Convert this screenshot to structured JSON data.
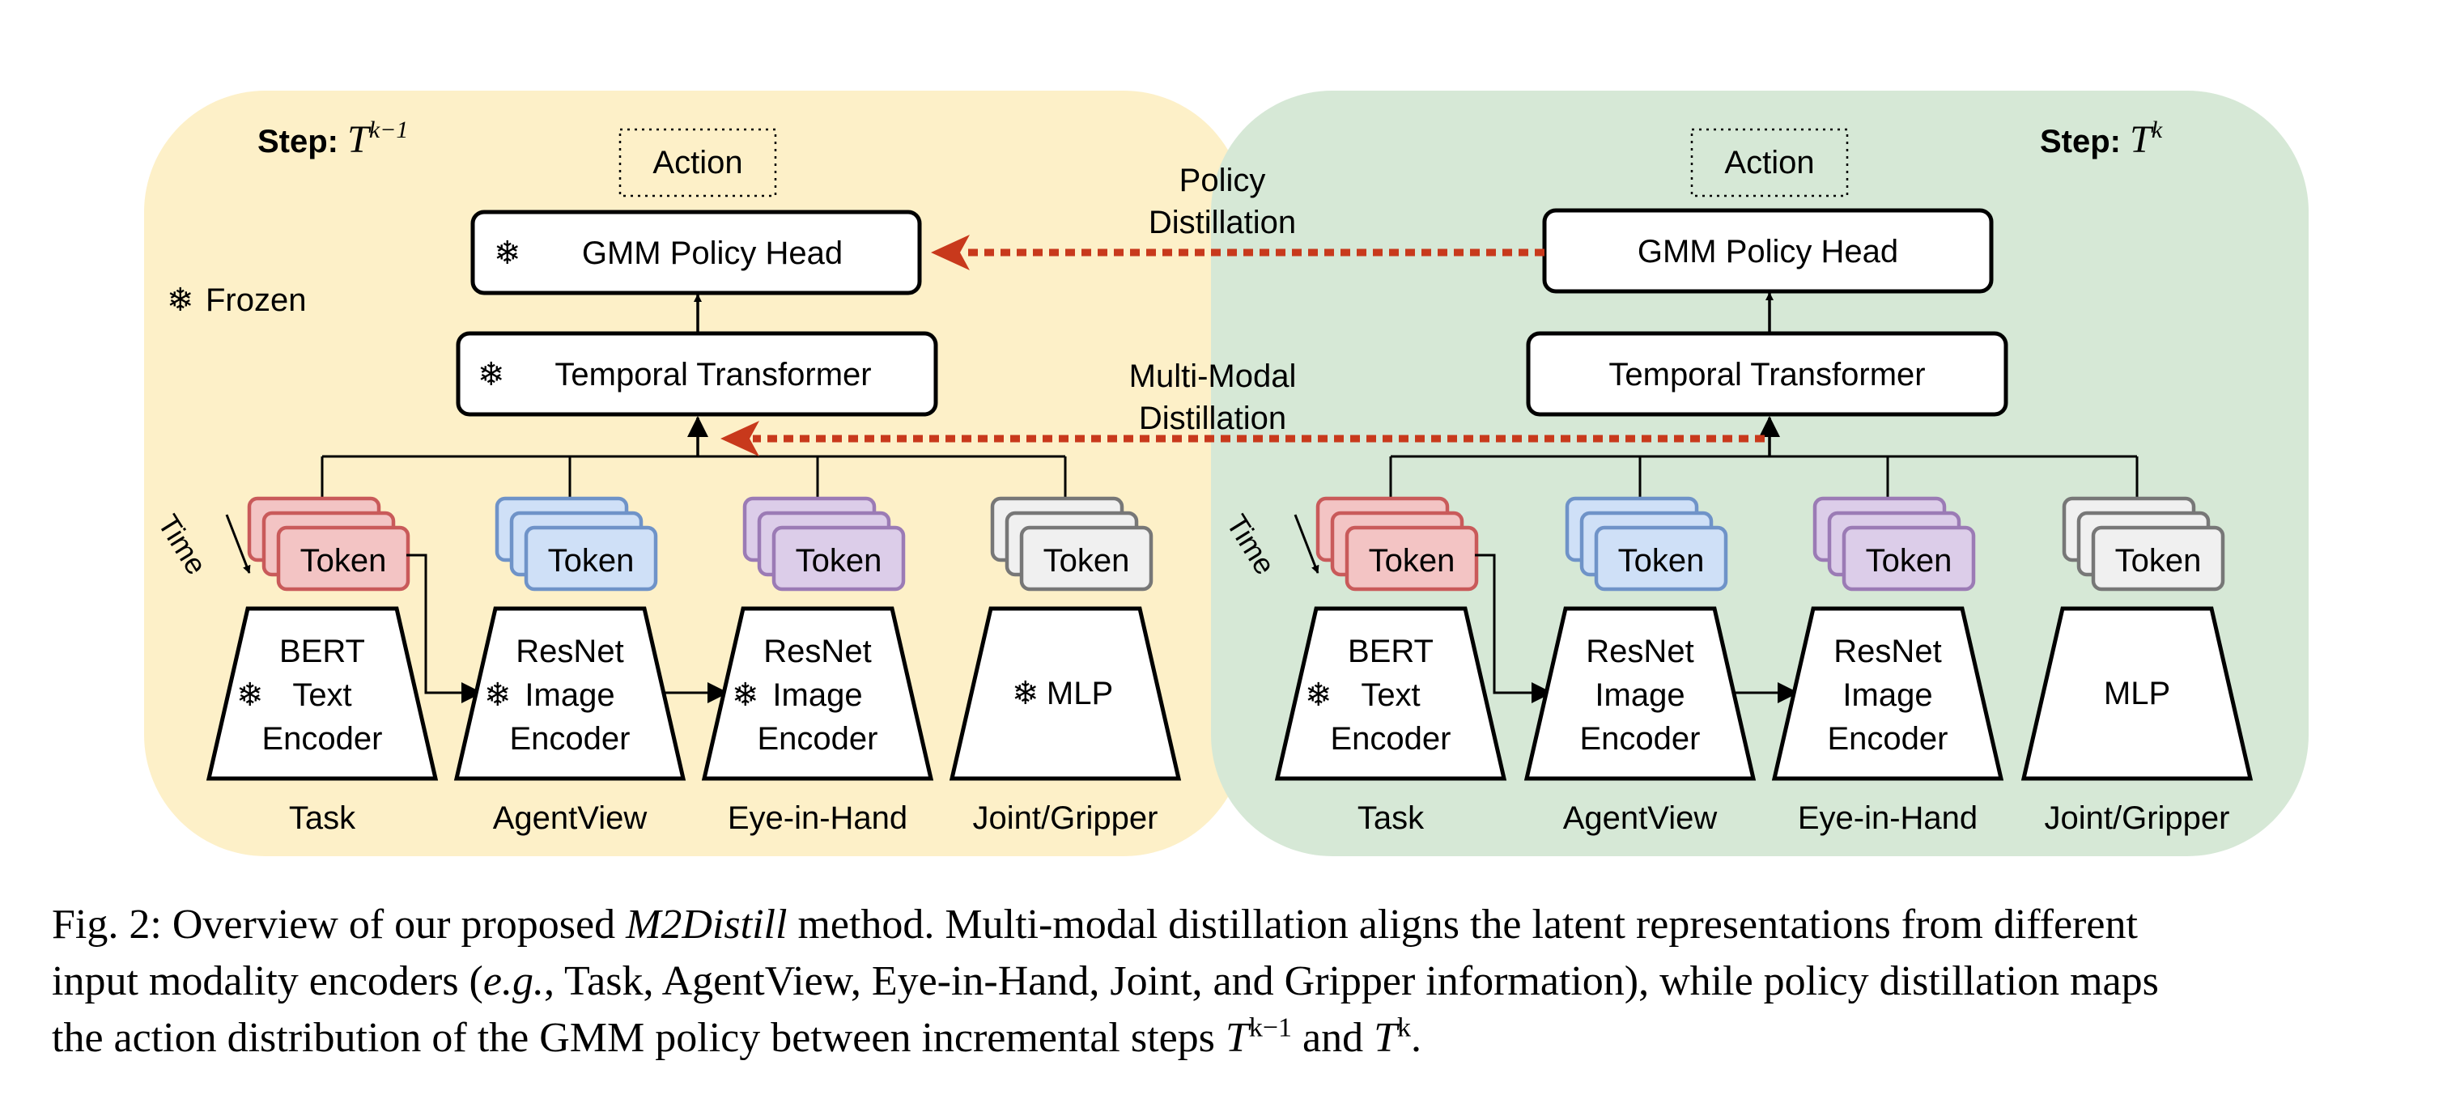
{
  "legend": {
    "frozen_symbol": "❄",
    "frozen_label": "Frozen"
  },
  "left_panel": {
    "step_label": "Step:",
    "step_symbol": "T",
    "step_sup": "k−1",
    "action": "Action",
    "policy_head": "GMM Policy Head",
    "transformer": "Temporal Transformer",
    "time_label": "Time",
    "token_label": "Token",
    "encoders": [
      {
        "lines": [
          "BERT",
          "Text",
          "Encoder"
        ],
        "frozen": true,
        "modality": "Task"
      },
      {
        "lines": [
          "ResNet",
          "Image",
          "Encoder"
        ],
        "frozen": true,
        "modality": "AgentView"
      },
      {
        "lines": [
          "ResNet",
          "Image",
          "Encoder"
        ],
        "frozen": true,
        "modality": "Eye-in-Hand"
      },
      {
        "lines": [
          "MLP"
        ],
        "frozen": true,
        "modality": "Joint/Gripper"
      }
    ]
  },
  "right_panel": {
    "step_label": "Step:",
    "step_symbol": "T",
    "step_sup": "k",
    "action": "Action",
    "policy_head": "GMM Policy Head",
    "transformer": "Temporal Transformer",
    "time_label": "Time",
    "token_label": "Token",
    "encoders": [
      {
        "lines": [
          "BERT",
          "Text",
          "Encoder"
        ],
        "frozen": true,
        "modality": "Task"
      },
      {
        "lines": [
          "ResNet",
          "Image",
          "Encoder"
        ],
        "frozen": false,
        "modality": "AgentView"
      },
      {
        "lines": [
          "ResNet",
          "Image",
          "Encoder"
        ],
        "frozen": false,
        "modality": "Eye-in-Hand"
      },
      {
        "lines": [
          "MLP"
        ],
        "frozen": false,
        "modality": "Joint/Gripper"
      }
    ]
  },
  "distillation": {
    "policy": [
      "Policy",
      "Distillation"
    ],
    "multimodal": [
      "Multi-Modal",
      "Distillation"
    ]
  },
  "colors": {
    "left_bg": "#fdf0c8",
    "right_bg": "#d6e8d6",
    "arrow_red": "#c8391c",
    "token_red": "#f3c4c4",
    "token_red_stroke": "#c95a5a",
    "token_blue": "#cfe0f7",
    "token_blue_stroke": "#6f93c8",
    "token_purple": "#dccde9",
    "token_purple_stroke": "#9b7bb5",
    "token_gray": "#f0f0f0",
    "token_gray_stroke": "#777777"
  },
  "caption": {
    "line1_a": "Fig. 2: Overview of our proposed ",
    "line1_em": "M2Distill",
    "line1_b": " method. Multi-modal distillation aligns the latent representations from different",
    "line2_a": "input modality encoders (",
    "line2_em": "e.g.",
    "line2_b": ", Task, AgentView, Eye-in-Hand, Joint, and Gripper information), while policy distillation maps",
    "line3_a": "the action distribution of the GMM policy between incremental steps ",
    "sym1": "T",
    "sup1": "k−1",
    "line3_b": " and ",
    "sym2": "T",
    "sup2": "k",
    "line3_c": "."
  }
}
